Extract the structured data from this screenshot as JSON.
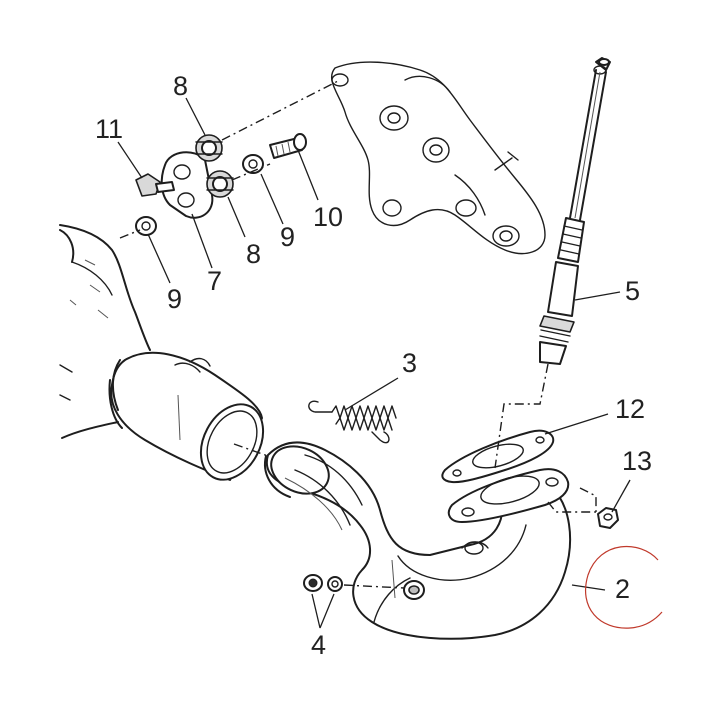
{
  "callouts": {
    "c2": "2",
    "c3": "3",
    "c4": "4",
    "c5": "5",
    "c7": "7",
    "c8a": "8",
    "c8b": "8",
    "c9a": "9",
    "c9b": "9",
    "c10": "10",
    "c11": "11",
    "c12": "12",
    "c13": "13"
  },
  "colors": {
    "line": "#1e1e1e",
    "highlight_circle": "#c0392b"
  }
}
